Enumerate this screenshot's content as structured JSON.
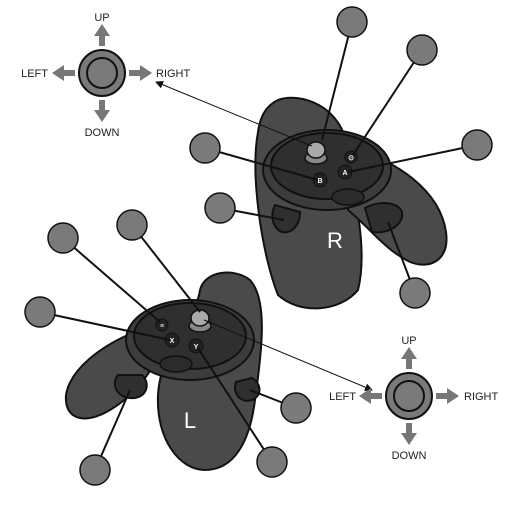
{
  "right_stick_directions": {
    "up": "UP",
    "down": "DOWN",
    "left": "LEFT",
    "right": "RIGHT"
  },
  "left_stick_directions": {
    "up": "UP",
    "down": "DOWN",
    "left": "LEFT",
    "right": "RIGHT"
  },
  "right_controller": {
    "hand_label": "R",
    "buttons": {
      "b": "B",
      "a": "A",
      "menu": "⊙"
    }
  },
  "left_controller": {
    "hand_label": "L",
    "buttons": {
      "x": "X",
      "y": "Y",
      "menu": "≡"
    }
  },
  "colors": {
    "controller_body": "#4a4a4a",
    "callout_fill": "#7a7a7a",
    "arrow_fill": "#777777"
  }
}
